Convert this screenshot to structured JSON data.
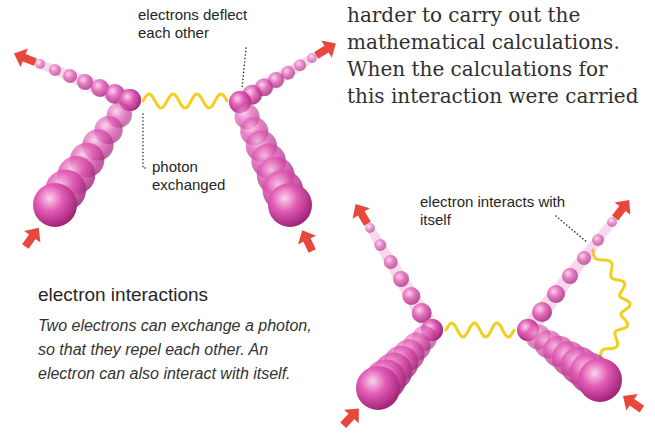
{
  "diagram": {
    "title": "electron interactions",
    "caption": "Two electrons can exchange a photon, so that they repel each other. An electron can also interact with itself.",
    "labels": [
      "electrons deflect each other",
      "photon exchanged",
      "harder to carry out the mathematical calculations. When the calculations for this interaction were carried",
      "electron interacts with itself"
    ]
  }
}
